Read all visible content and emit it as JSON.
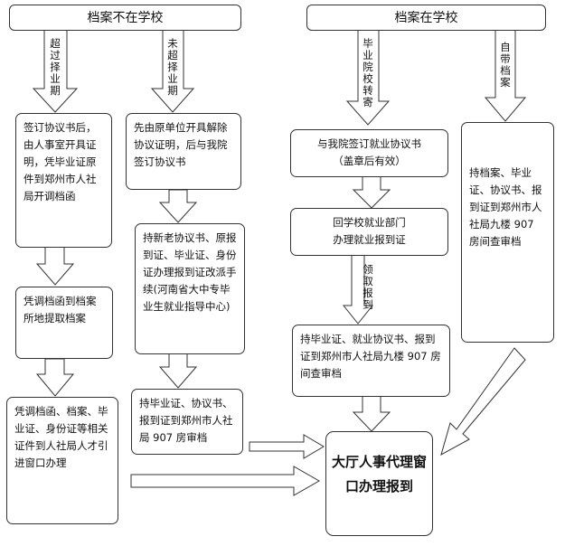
{
  "headers": {
    "left": "档案不在学校",
    "right": "档案在学校"
  },
  "arrow_labels": {
    "over_period": "超过择业期",
    "within_period": "未超择业期",
    "transfer": "毕业院校转寄",
    "self_carry": "自带档案",
    "collect_cert": "领取报到"
  },
  "boxes": {
    "l1": "签订协议书后，由人事室开具证明，凭毕业证原件到郑州市人社局开调档函",
    "l2": "凭调档函到档案所地提取档案",
    "l3": "凭调档函、档案、毕业证、身份证等相关证件到人社局人才引进窗口办理",
    "m1": "先由原单位开具解除协议证明，后与我院签订协议书",
    "m2": "持新老协议书、原报到证、毕业证、身份证办理报到证改派手续(河南省大中专毕业生就业指导中心)",
    "m3": "持毕业证、协议书、报到证到郑州市人社局 907 房审档",
    "r1_line1": "与我院签订就业协议书",
    "r1_line2": "（盖章后有效）",
    "r2_line1": "回学校就业部门",
    "r2_line2": "办理就业报到证",
    "r3": "持毕业证、就业协议书、报到证到郑州市人社局九楼 907 房间查审档",
    "r4": "持档案、毕业证、协议书、报到证到郑州市人社局九楼 907 房间查审档",
    "final": "大厅人事代理窗口办理报到"
  },
  "colors": {
    "border": "#333333",
    "arrow_fill": "#ffffff"
  }
}
